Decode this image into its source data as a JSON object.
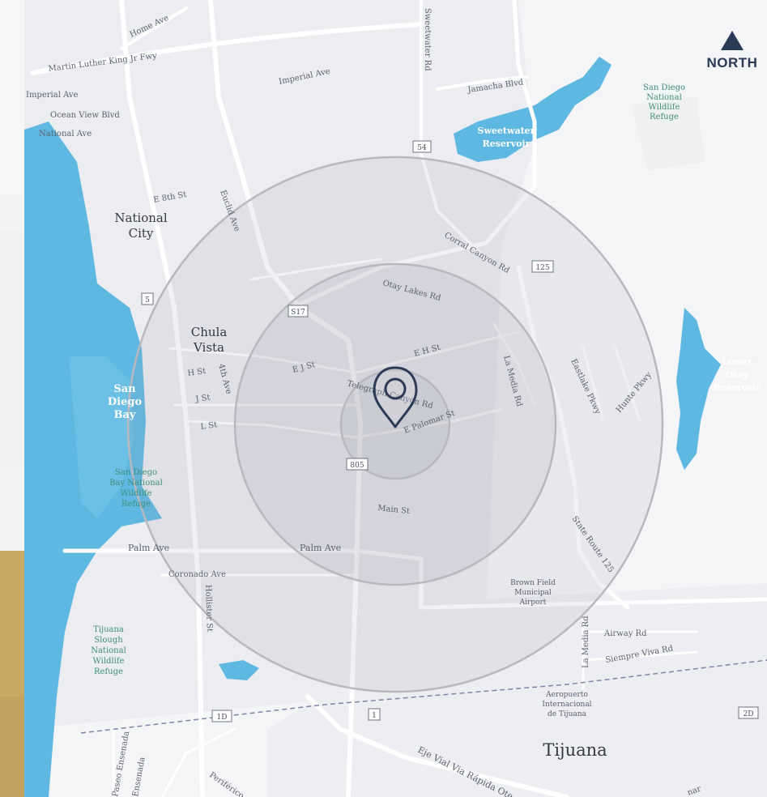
{
  "north": {
    "label": "NORTH"
  },
  "colors": {
    "water": "#5fb8e2",
    "land": "#f4f5f7",
    "road": "#ffffff",
    "pin": "#2b3a55",
    "park_text": "#3f8f75",
    "ring": "#b7b9bf"
  },
  "places": {
    "national_city": [
      "National",
      "City"
    ],
    "chula_vista": [
      "Chula",
      "Vista"
    ],
    "tijuana": "Tijuana",
    "sweetwater_reservoir": [
      "Sweetwater",
      "Reservoir"
    ],
    "lower_otay_reservoir": [
      "Lower",
      "Otay",
      "Reservoir"
    ],
    "san_diego_bay": [
      "San",
      "Diego",
      "Bay"
    ],
    "sd_wildlife_refuge": [
      "San Diego",
      "National",
      "Wildlife",
      "Refuge"
    ],
    "bay_wildlife_refuge": [
      "San Diego",
      "Bay National",
      "Wildlife",
      "Refuge"
    ],
    "tijuana_slough": [
      "Tijuana",
      "Slough",
      "National",
      "Wildlife",
      "Refuge"
    ],
    "brown_field": [
      "Brown Field",
      "Municipal",
      "Airport"
    ],
    "aeropuerto": [
      "Aeropuerto",
      "Internacional",
      "de Tijuana"
    ]
  },
  "roads": {
    "mlk": "Martin Luther King Jr Fwy",
    "home_ave": "Home Ave",
    "imperial_ave_w": "Imperial Ave",
    "imperial_ave": "Imperial Ave",
    "ocean_view": "Ocean View Blvd",
    "national_ave": "National Ave",
    "sweetwater_rd": "Sweetwater Rd",
    "jamacha": "Jamacha Blvd",
    "e8th": "E 8th St",
    "euclid": "Euclid Ave",
    "corral": "Corral Canyon Rd",
    "otay_lakes": "Otay Lakes Rd",
    "ehst": "E H St",
    "ejst": "E J St",
    "hst": "H St",
    "jst": "J St",
    "lst": "L St",
    "fourth": "4th Ave",
    "telegraph": "Telegraph Canyon Rd",
    "e_palomar": "E Palomar St",
    "la_media": "La Media Rd",
    "eastlake": "Eastlake Pkwy",
    "hunte": "Hunte Pkwy",
    "main": "Main St",
    "palm_w": "Palm Ave",
    "palm": "Palm Ave",
    "coronado": "Coronado Ave",
    "hollister": "Hollister St",
    "sr125": "State Route 125",
    "la_media_s": "La Media Rd",
    "airway": "Airway Rd",
    "siempre": "Siempre Viva Rd",
    "eje": "Eje Vial Via Rápida Ote",
    "paseo": "Paseo Ensenada",
    "ensenada": "Ensenada",
    "periferico": "Periférico",
    "nar": "nar"
  },
  "shields": {
    "s54": "54",
    "s125": "125",
    "s5": "5",
    "s17": "S17",
    "s805": "805",
    "s1d": "1D",
    "s1": "1",
    "s2d": "2D"
  }
}
